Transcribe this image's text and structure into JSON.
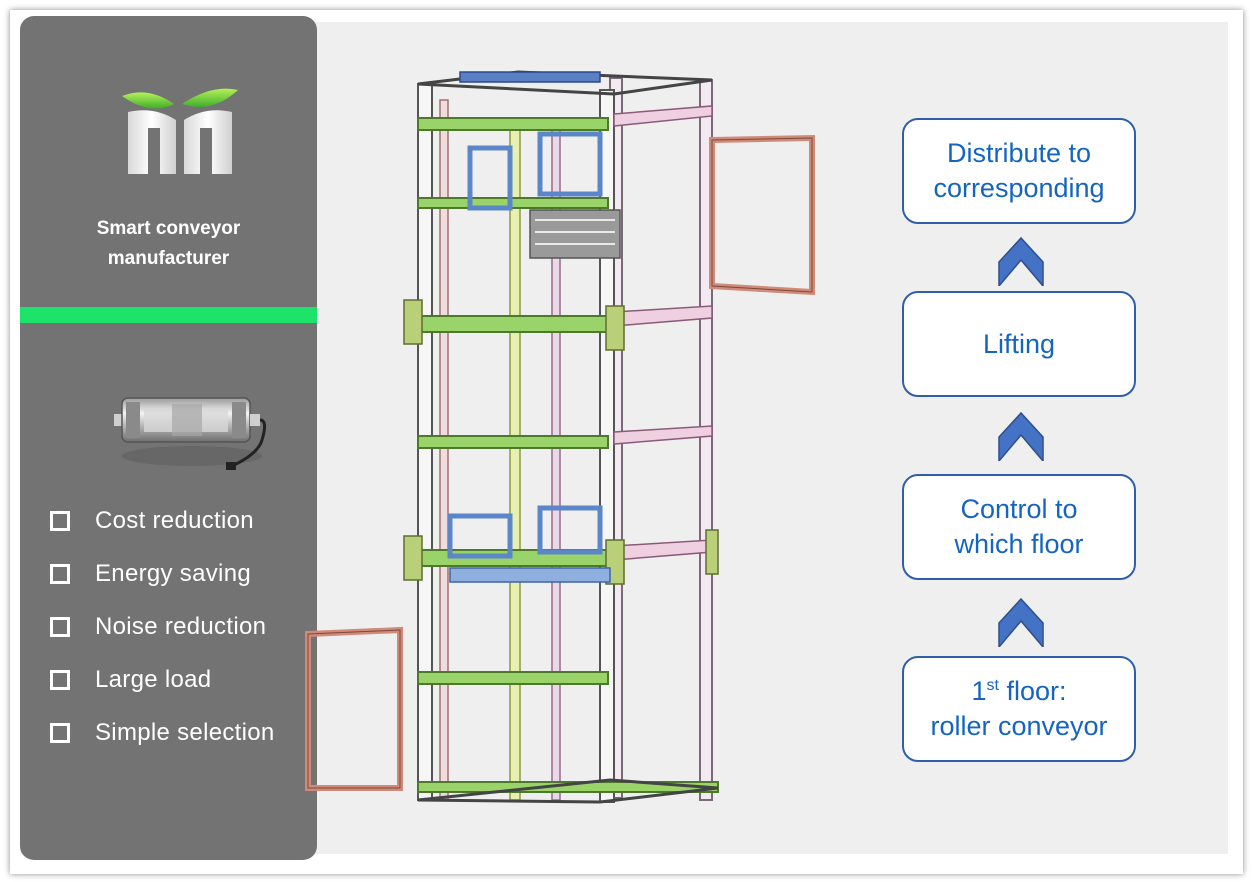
{
  "sidebar": {
    "company_line1": "Smart conveyor",
    "company_line2": "manufacturer",
    "accent_bar_color": "#1ee36b",
    "logo_icon": "leaf-logo-icon",
    "motor_icon": "motorized-roller-icon",
    "features": [
      {
        "label": "Cost reduction"
      },
      {
        "label": "Energy saving"
      },
      {
        "label": "Noise reduction"
      },
      {
        "label": "Large load"
      },
      {
        "label": "Simple selection"
      }
    ]
  },
  "illustration": {
    "icon": "vertical-lift-structure-icon"
  },
  "flow": {
    "steps": [
      {
        "line1": "Distribute to",
        "line2": "corresponding"
      },
      {
        "line1": "Lifting",
        "line2": ""
      },
      {
        "line1": "Control to",
        "line2": "which floor"
      },
      {
        "line1_main": "1",
        "line1_sup": "st",
        "line1_rest": " floor:",
        "line2": "roller conveyor"
      }
    ],
    "arrow_color": "#4472c4",
    "text_color": "#1565c0"
  }
}
